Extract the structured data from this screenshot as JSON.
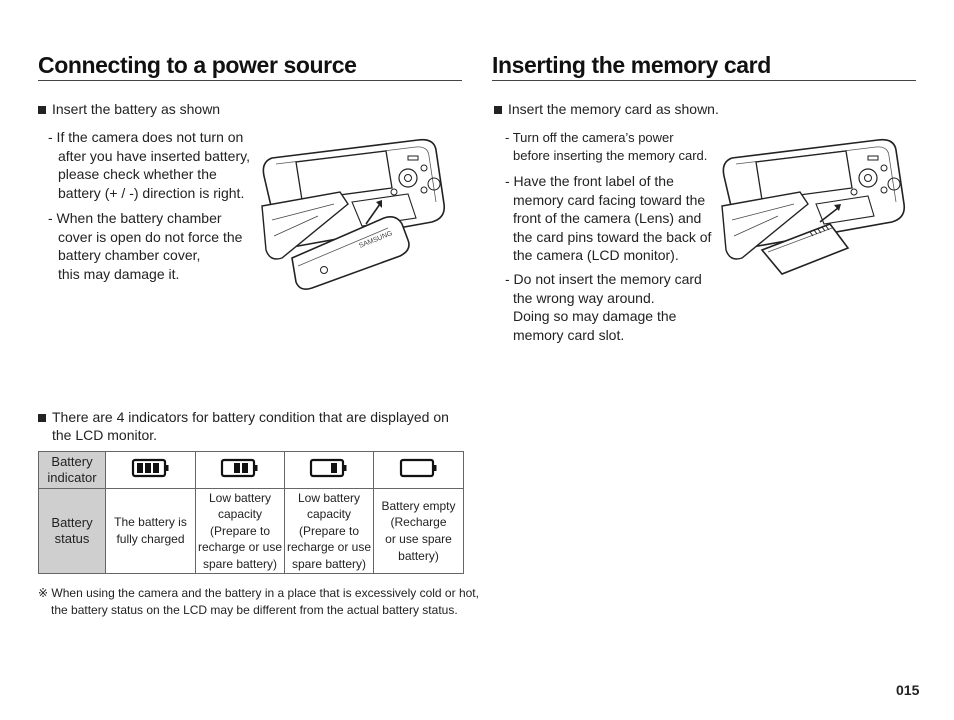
{
  "left": {
    "title": "Connecting to a power source",
    "bullet1": "Insert the battery as shown",
    "sub1": [
      "- If the camera does not turn on",
      "after you have inserted battery,",
      "please check whether the",
      "battery (+ / -) direction is right."
    ],
    "sub2": [
      "- When the battery chamber",
      "cover is open do not force the",
      "battery chamber cover,",
      "this may damage it."
    ],
    "battery_brand": "SAMSUNG",
    "bullet2": [
      "There are 4 indicators for battery condition that are displayed on",
      "the LCD monitor."
    ],
    "table": {
      "row1_header": [
        "Battery",
        "indicator"
      ],
      "row2_header": [
        "Battery",
        "status"
      ],
      "indicators": [
        {
          "level": 1.0,
          "icon": "battery-full-icon"
        },
        {
          "level": 0.66,
          "icon": "battery-two-thirds-icon"
        },
        {
          "level": 0.33,
          "icon": "battery-one-third-icon"
        },
        {
          "level": 0.0,
          "icon": "battery-empty-icon"
        }
      ],
      "status": [
        [
          "The battery is",
          "fully charged"
        ],
        [
          "Low battery",
          "capacity",
          "(Prepare to",
          "recharge or use",
          "spare battery)"
        ],
        [
          "Low battery",
          "capacity",
          "(Prepare to",
          "recharge or use",
          "spare battery)"
        ],
        [
          "Battery empty",
          "(Recharge",
          "or use spare",
          "battery)"
        ]
      ]
    },
    "note": [
      "※ When using the camera and the battery in a place that is excessively cold or hot,",
      "the battery status on the LCD may be different from the actual battery status."
    ]
  },
  "right": {
    "title": "Inserting the memory card",
    "bullet1": "Insert the memory card as shown.",
    "sub1": [
      "- Turn off the camera’s power",
      "before inserting the memory card."
    ],
    "sub2": [
      "- Have the front label of the",
      "memory card facing toward the",
      "front of the camera (Lens) and",
      "the card pins toward the back of",
      "the camera (LCD monitor)."
    ],
    "sub3": [
      "- Do not insert the memory card",
      "the wrong way around.",
      "Doing so may damage the",
      "memory card slot."
    ]
  },
  "page_number": "015"
}
